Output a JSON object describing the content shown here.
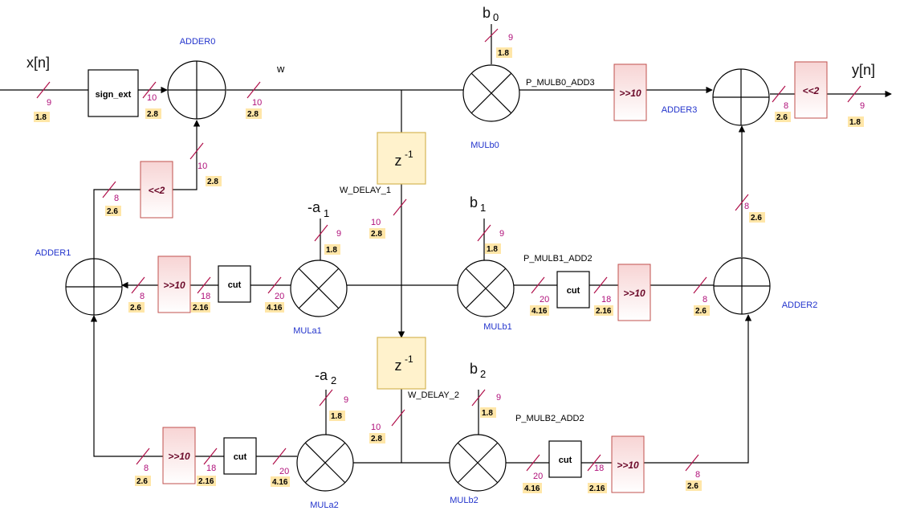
{
  "signals": {
    "x": "x[n]",
    "y": "y[n]",
    "w": "w",
    "b0": "b",
    "b0_sub": "0",
    "b1": "b",
    "b1_sub": "1",
    "b2": "b",
    "b2_sub": "2",
    "a1": "-a",
    "a1_sub": "1",
    "a2": "-a",
    "a2_sub": "2",
    "w_delay_1": "W_DELAY_1",
    "w_delay_2": "W_DELAY_2",
    "p_mulb0": "P_MULB0_ADD3",
    "p_mulb1": "P_MULB1_ADD2",
    "p_mulb2": "P_MULB2_ADD2"
  },
  "blocks": {
    "sign_ext": "sign_ext",
    "z": "z",
    "z_exp": "-1",
    "cut": "cut",
    "shr10": ">>10",
    "shl2": "<<2"
  },
  "nodes": {
    "adder0": "ADDER0",
    "adder1": "ADDER1",
    "adder2": "ADDER2",
    "adder3": "ADDER3",
    "mulb0": "MULb0",
    "mulb1": "MULb1",
    "mulb2": "MULb2",
    "mula1": "MULa1",
    "mula2": "MULa2"
  },
  "widths": {
    "w9": "9",
    "w10": "10",
    "w8": "8",
    "w18": "18",
    "w20": "20",
    "q1_8": "1.8",
    "q2_8": "2.8",
    "q2_6": "2.6",
    "q2_16": "2.16",
    "q4_16": "4.16"
  },
  "colors": {
    "shift_block_fill_top": "#f7dcdc",
    "shift_block_fill_bottom": "#ffffff",
    "shift_block_stroke": "#c0504d",
    "delay_block_fill": "#fff2cc",
    "delay_block_stroke": "#d6b656",
    "width_color": "#b0104a",
    "qformat_bg": "#ffe6a8",
    "node_label_color": "#2233cc"
  }
}
